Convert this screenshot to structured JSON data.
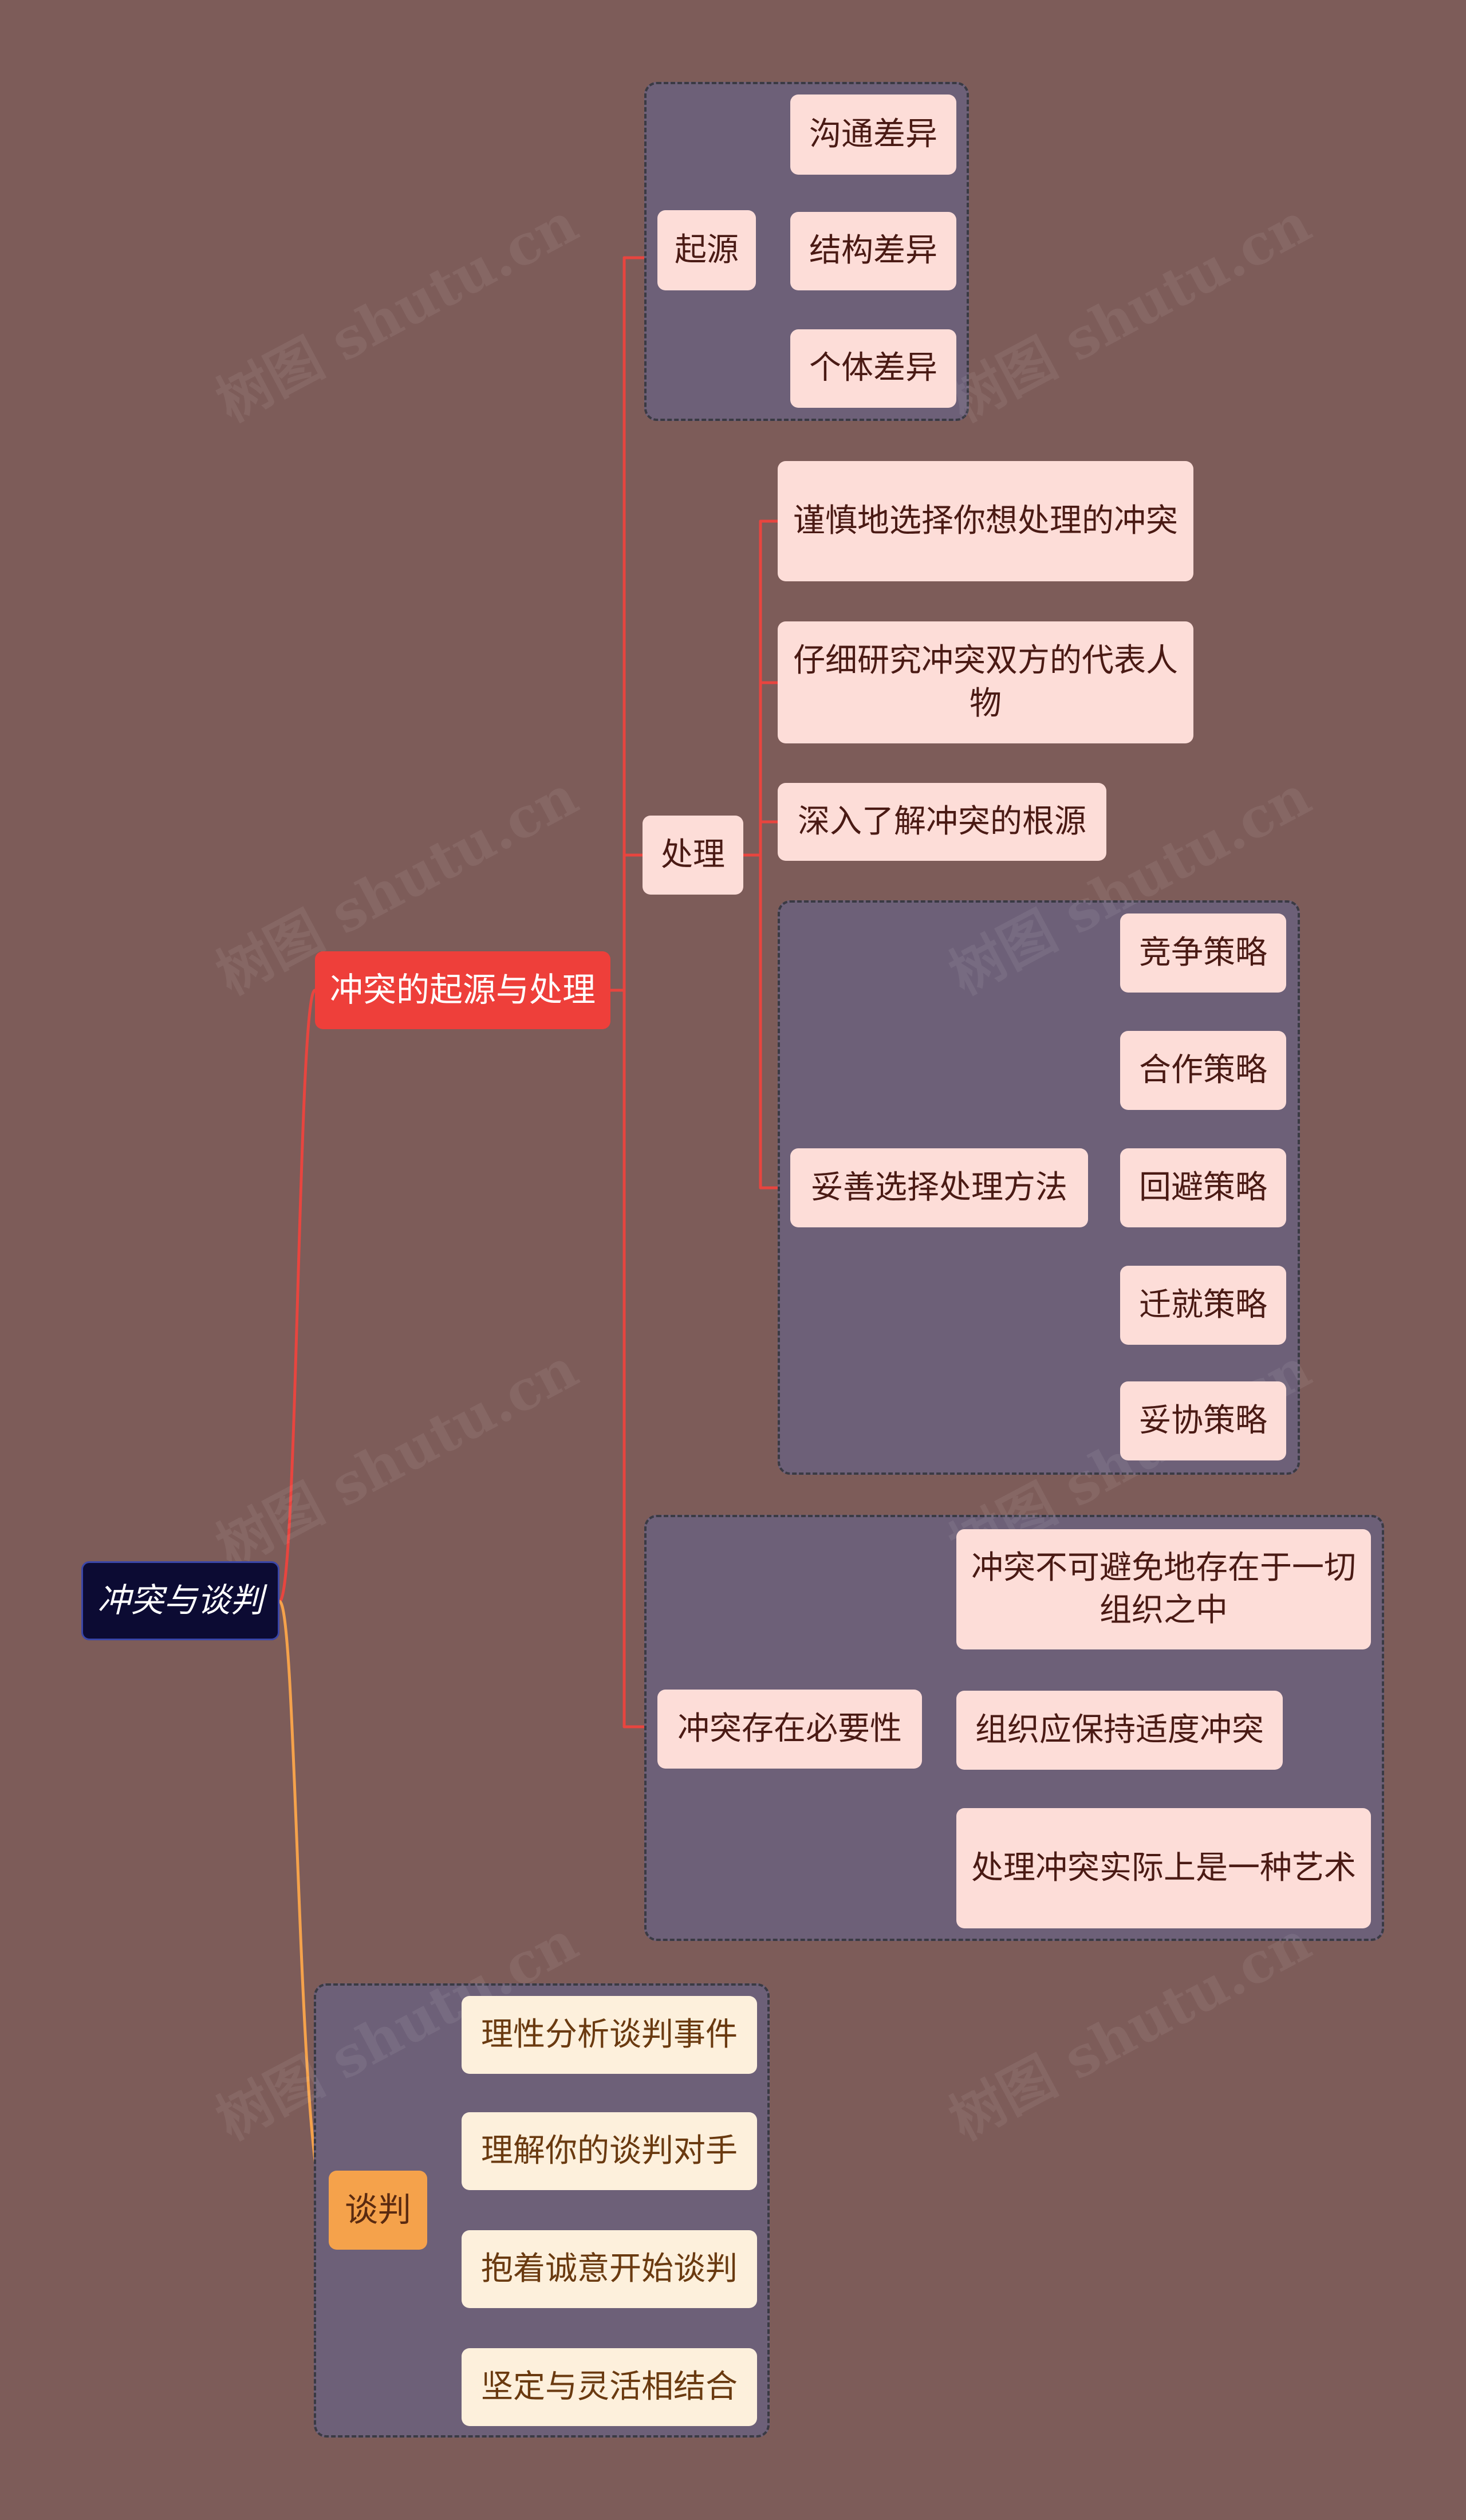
{
  "watermark": "树图 shutu.cn",
  "colors": {
    "background": "#7d5c59",
    "branch1": "#e8453f",
    "branch2": "#f5a24b",
    "group": "#6d6078",
    "root": "#0c0b33"
  },
  "root": {
    "label": "冲突与谈判"
  },
  "branch1": {
    "label": "冲突的起源与处理",
    "origin": {
      "label": "起源",
      "items": [
        "沟通差异",
        "结构差异",
        "个体差异"
      ]
    },
    "handling": {
      "label": "处理",
      "items": [
        "谨慎地选择你想处理的冲突",
        "仔细研究冲突双方的代表人物",
        "深入了解冲突的根源"
      ],
      "methods": {
        "label": "妥善选择处理方法",
        "items": [
          "竞争策略",
          "合作策略",
          "回避策略",
          "迁就策略",
          "妥协策略"
        ]
      }
    },
    "necessity": {
      "label": "冲突存在必要性",
      "items": [
        "冲突不可避免地存在于一切组织之中",
        "组织应保持适度冲突",
        "处理冲突实际上是一种艺术"
      ]
    }
  },
  "branch2": {
    "label": "谈判",
    "items": [
      "理性分析谈判事件",
      "理解你的谈判对手",
      "抱着诚意开始谈判",
      "坚定与灵活相结合"
    ]
  }
}
